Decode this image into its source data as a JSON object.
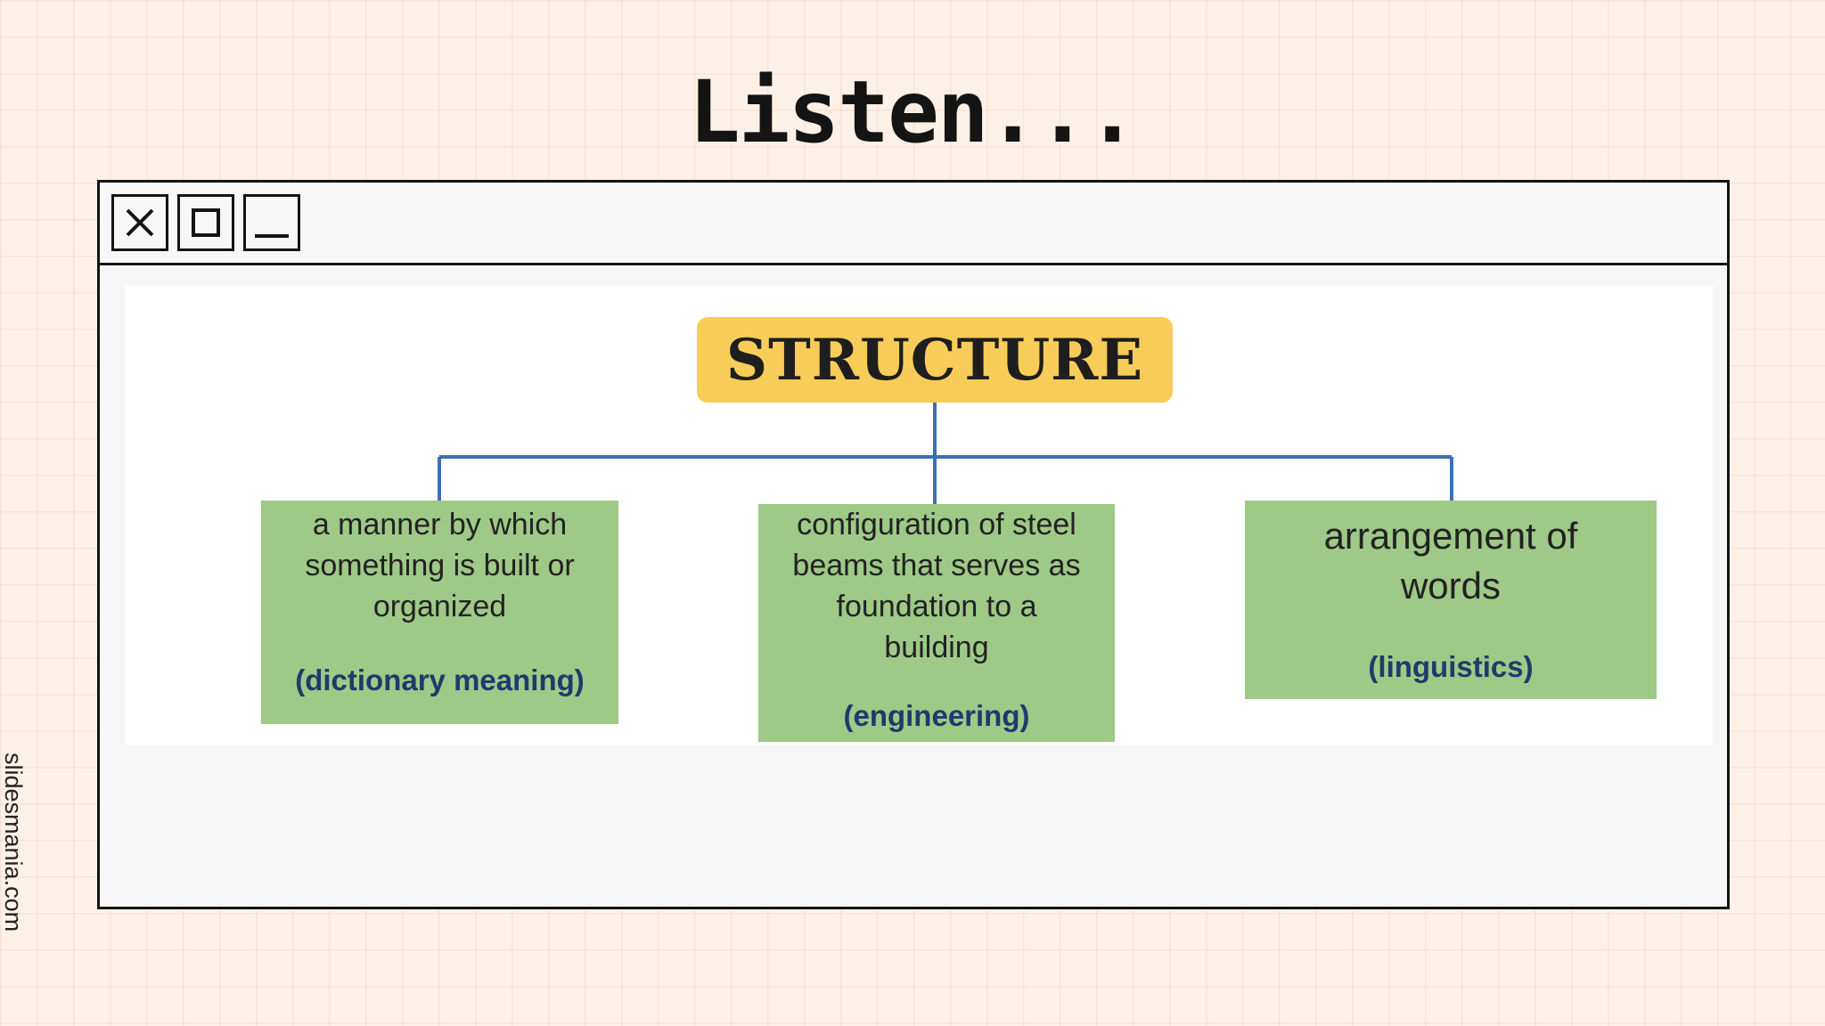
{
  "slide": {
    "title": "Listen...",
    "credit": "slidesmania.com"
  },
  "window": {
    "buttons": {
      "close_icon": "close-icon",
      "maximize_icon": "maximize-icon",
      "minimize_icon": "minimize-icon"
    }
  },
  "diagram": {
    "root": {
      "label": "STRUCTURE",
      "color": "#f8cc58"
    },
    "leaf_color": "#9ec987",
    "connector_color": "#3b6fb6",
    "tag_color": "#1f3a6b",
    "leaves": [
      {
        "lines": [
          "a manner by which",
          "something is built or",
          "organized"
        ],
        "tag": "(dictionary meaning)"
      },
      {
        "lines": [
          "configuration of steel",
          "beams that serves as",
          "foundation to a",
          "building"
        ],
        "tag": "(engineering)"
      },
      {
        "lines": [
          "arrangement of",
          "words"
        ],
        "tag": "(linguistics)"
      }
    ]
  }
}
